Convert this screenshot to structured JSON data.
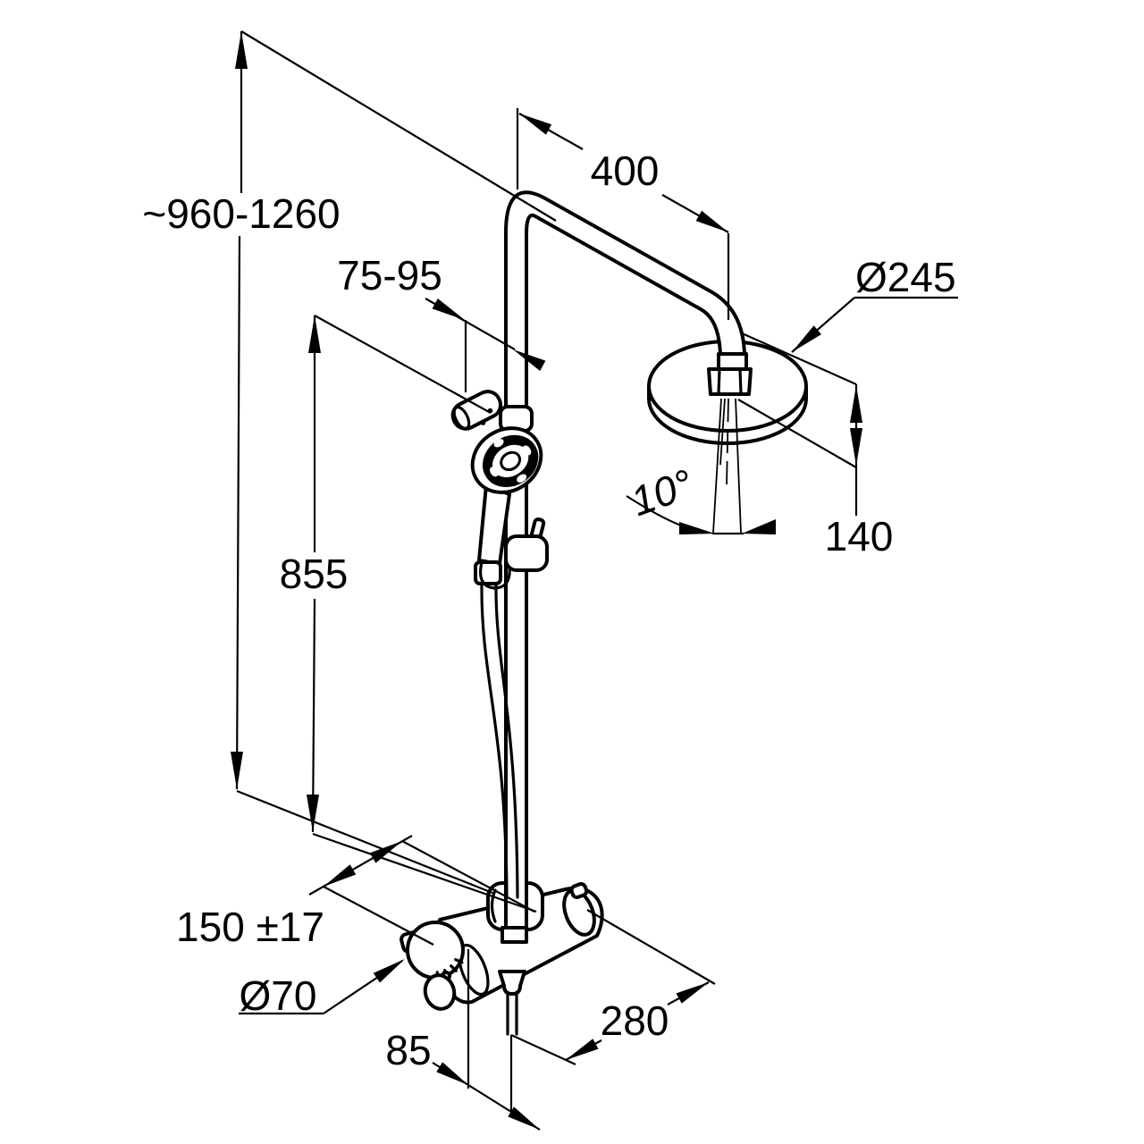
{
  "drawing": {
    "background": "#ffffff",
    "line_color": "#000000",
    "dimensions": {
      "total_height": {
        "label": "~960-1260"
      },
      "wall_distance": {
        "label": "75-95"
      },
      "arm_projection": {
        "label": "400"
      },
      "head_diameter": {
        "label": "Ø245"
      },
      "spray_angle": {
        "label": "10°"
      },
      "head_drop": {
        "label": "140"
      },
      "rail_height": {
        "label": "855"
      },
      "connection_centers": {
        "label": "150 ±17"
      },
      "knob_diameter": {
        "label": "Ø70"
      },
      "mixer_reach": {
        "label": "280"
      },
      "outlet_offset": {
        "label": "85"
      }
    }
  }
}
